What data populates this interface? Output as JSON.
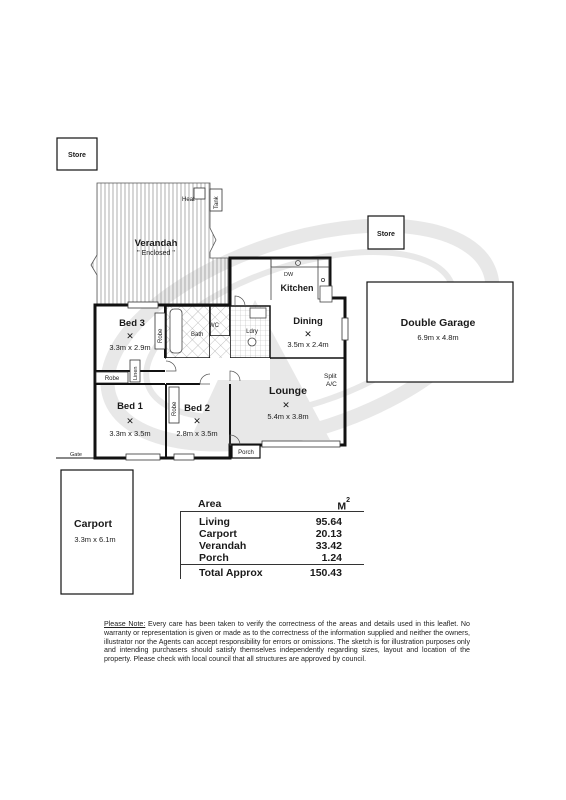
{
  "rooms": {
    "store_1": "Store",
    "store_2": "Store",
    "heat": "Heat",
    "tank": "Tank",
    "verandah": "Verandah",
    "verandah_sub": "\" Enclosed \"",
    "kitchen": "Kitchen",
    "dw": "DW",
    "dining": "Dining",
    "dining_size": "3.5m x 2.4m",
    "bed3": "Bed 3",
    "bed3_size": "3.3m x 2.9m",
    "robe_1": "Robe",
    "bath": "Bath",
    "wc": "WC",
    "ldry": "Ldry",
    "robe_2": "Robe",
    "linen": "Linen",
    "robe_3": "Robe",
    "bed1": "Bed 1",
    "bed1_size": "3.3m x 3.5m",
    "bed2": "Bed 2",
    "bed2_size": "2.8m x 3.5m",
    "lounge": "Lounge",
    "lounge_size": "5.4m x 3.8m",
    "split": "Split",
    "ac": "A/C",
    "porch": "Porch",
    "gate": "Gate",
    "garage": "Double Garage",
    "garage_size": "6.9m x 4.8m",
    "carport": "Carport",
    "carport_size": "3.3m x 6.1m"
  },
  "area_table": {
    "header_area": "Area",
    "header_unit": "M",
    "header_unit_sup": "2",
    "rows": [
      {
        "label": "Living",
        "value": "95.64"
      },
      {
        "label": "Carport",
        "value": "20.13"
      },
      {
        "label": "Verandah",
        "value": "33.42"
      },
      {
        "label": "Porch",
        "value": "1.24"
      }
    ],
    "total_label": "Total Approx",
    "total_value": "150.43"
  },
  "disclaimer": {
    "lead": "Please Note:",
    "text": "Every care has been taken to verify the correctness of the areas and details used in this leaflet. No warranty or representation is given or made as to the correctness of the information supplied and neither the owners, illustrator nor the Agents can accept responsibility for errors or omissions. The sketch is for illustration purposes only and intending purchasers should satisfy themselves independently regarding sizes, layout and location of the property. Please check with local council that all structures are approved by council."
  }
}
